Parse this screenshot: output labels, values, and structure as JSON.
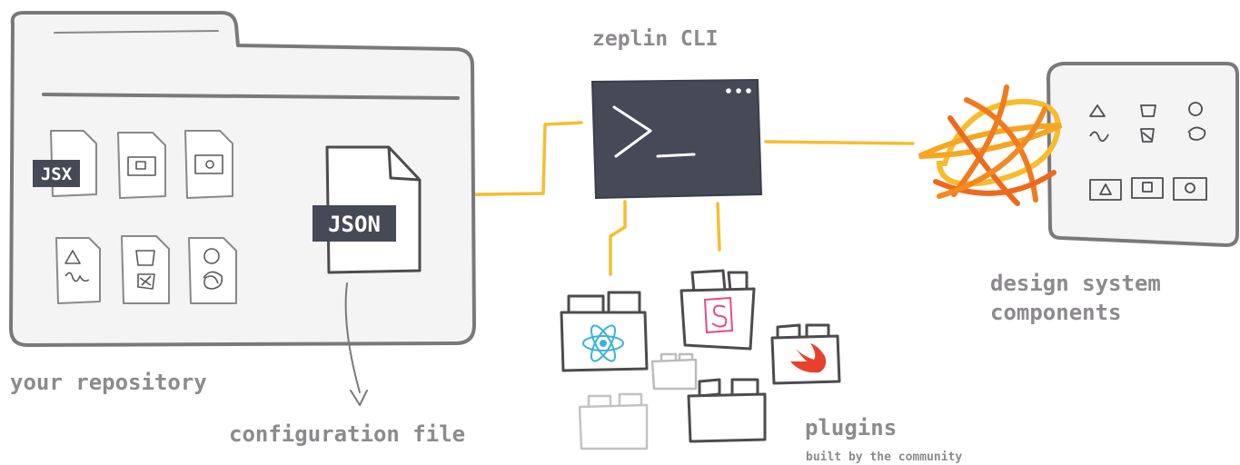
{
  "labels": {
    "cli_title": "zeplin CLI",
    "repository": "your repository",
    "config_file": "configuration file",
    "design_system_line1": "design system",
    "design_system_line2": "components",
    "plugins": "plugins",
    "plugins_sub": "built by the community"
  },
  "badges": {
    "jsx": "JSX",
    "json": "JSON"
  },
  "terminal": {
    "prompt": ">_"
  },
  "colors": {
    "accent_yellow": "#F6BD2F",
    "terminal_bg": "#464A57",
    "sketch_line": "#6F6C70",
    "label_gray": "#8D8A8E",
    "folder_fill": "#F4F4F4",
    "react_blue": "#3DB2D6",
    "storybook_pink": "#E8488A",
    "swift_red": "#E8402C",
    "orange": "#F07A1E"
  }
}
